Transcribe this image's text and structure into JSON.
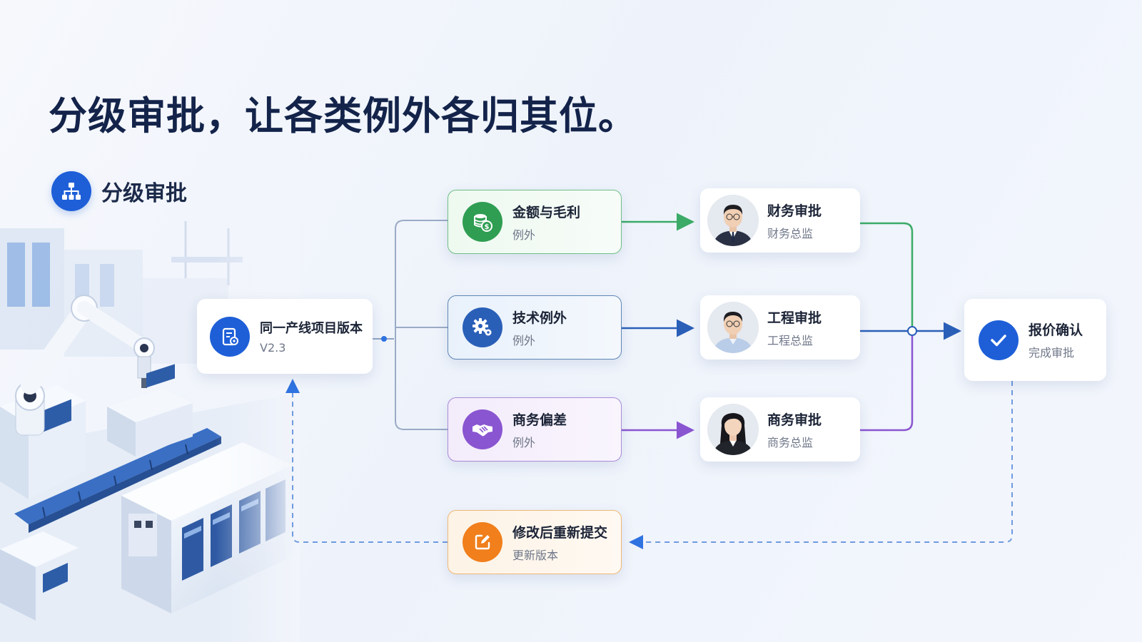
{
  "header": {
    "title": "分级审批，让各类例外各归其位。"
  },
  "section": {
    "label": "分级审批",
    "icon": "hierarchy-icon"
  },
  "colors": {
    "primary": "#1e5fd8",
    "finance": "#2f9e52",
    "tech": "#2a5fb8",
    "business": "#8a55d1",
    "resubmit": "#f07f1c"
  },
  "flow": {
    "source": {
      "title": "同一产线项目版本",
      "version": "V2.3",
      "icon": "document-settings-icon"
    },
    "exceptions": [
      {
        "title": "金额与毛利",
        "subtitle": "例外",
        "icon": "coins-dollar-icon"
      },
      {
        "title": "技术例外",
        "subtitle": "例外",
        "icon": "gear-icon"
      },
      {
        "title": "商务偏差",
        "subtitle": "例外",
        "icon": "handshake-icon"
      }
    ],
    "approvals": [
      {
        "title": "财务审批",
        "role": "财务总监",
        "icon": "person-avatar-icon"
      },
      {
        "title": "工程审批",
        "role": "工程总监",
        "icon": "person-avatar-icon"
      },
      {
        "title": "商务审批",
        "role": "商务总监",
        "icon": "person-avatar-icon"
      }
    ],
    "result": {
      "title": "报价确认",
      "subtitle": "完成审批",
      "icon": "check-icon"
    },
    "resubmit": {
      "title": "修改后重新提交",
      "subtitle": "更新版本",
      "icon": "edit-icon"
    }
  }
}
